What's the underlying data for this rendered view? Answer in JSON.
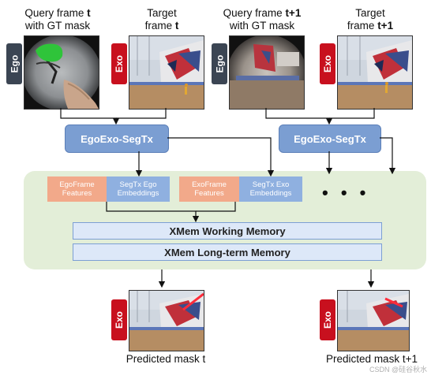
{
  "captions": {
    "query_t_line1": "Query frame ",
    "query_t_bold": "t",
    "query_t_line2": "with GT mask",
    "target_t_line1": "Target",
    "target_t_line2": "frame ",
    "target_t_bold": "t",
    "query_t1_line1": "Query frame ",
    "query_t1_bold": "t+1",
    "query_t1_line2": "with GT mask",
    "target_t1_line1": "Target",
    "target_t1_line2": "frame ",
    "target_t1_bold": "t+1",
    "pred_t": "Predicted mask t",
    "pred_t1": "Predicted mask t+1"
  },
  "tags": {
    "ego": "Ego",
    "exo": "Exo"
  },
  "modules": {
    "segtx_left": "EgoExo-SegTx",
    "segtx_right": "EgoExo-SegTx"
  },
  "features": {
    "egoframe": "EgoFrame Features",
    "segtx_ego": "SegTx Ego Embeddings",
    "exoframe": "ExoFrame Features",
    "segtx_exo": "SegTx Exo Embeddings"
  },
  "memory": {
    "working": "XMem Working Memory",
    "longterm": "XMem Long-term Memory"
  },
  "ellipsis": "• • •",
  "watermark": "CSDN @硅谷秋水",
  "colors": {
    "ego_tag": "#3b4553",
    "exo_tag": "#c8101e",
    "segtx": "#7b9ed2",
    "panel": "#e3eed8",
    "feature_orange": "#f2a98a",
    "feature_blue": "#8fb0e0",
    "mask_green": "#2fc43a",
    "mask_red": "#ff2b3a"
  }
}
